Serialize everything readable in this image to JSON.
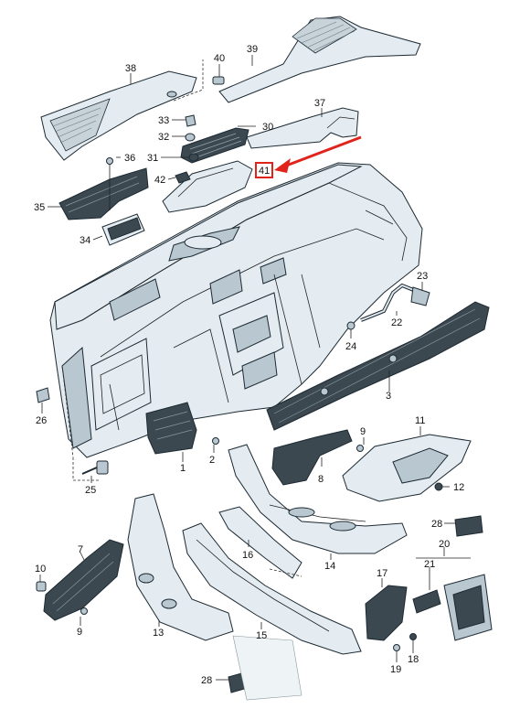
{
  "diagram": {
    "highlighted_part": "41",
    "accent_color": "#e0241b",
    "callouts": {
      "p1": "1",
      "p2": "2",
      "p3": "3",
      "p7": "7",
      "p8": "8",
      "p9a": "9",
      "p9b": "9",
      "p10": "10",
      "p11": "11",
      "p12": "12",
      "p13": "13",
      "p14": "14",
      "p15": "15",
      "p16": "16",
      "p17": "17",
      "p18": "18",
      "p19": "19",
      "p20": "20",
      "p21": "21",
      "p22": "22",
      "p23": "23",
      "p24": "24",
      "p25": "25",
      "p26": "26",
      "p28a": "28",
      "p28b": "28",
      "p30": "30",
      "p31": "31",
      "p32": "32",
      "p33": "33",
      "p34": "34",
      "p35": "35",
      "p36": "36",
      "p37": "37",
      "p38": "38",
      "p39": "39",
      "p40": "40",
      "p41": "41",
      "p42": "42"
    }
  }
}
